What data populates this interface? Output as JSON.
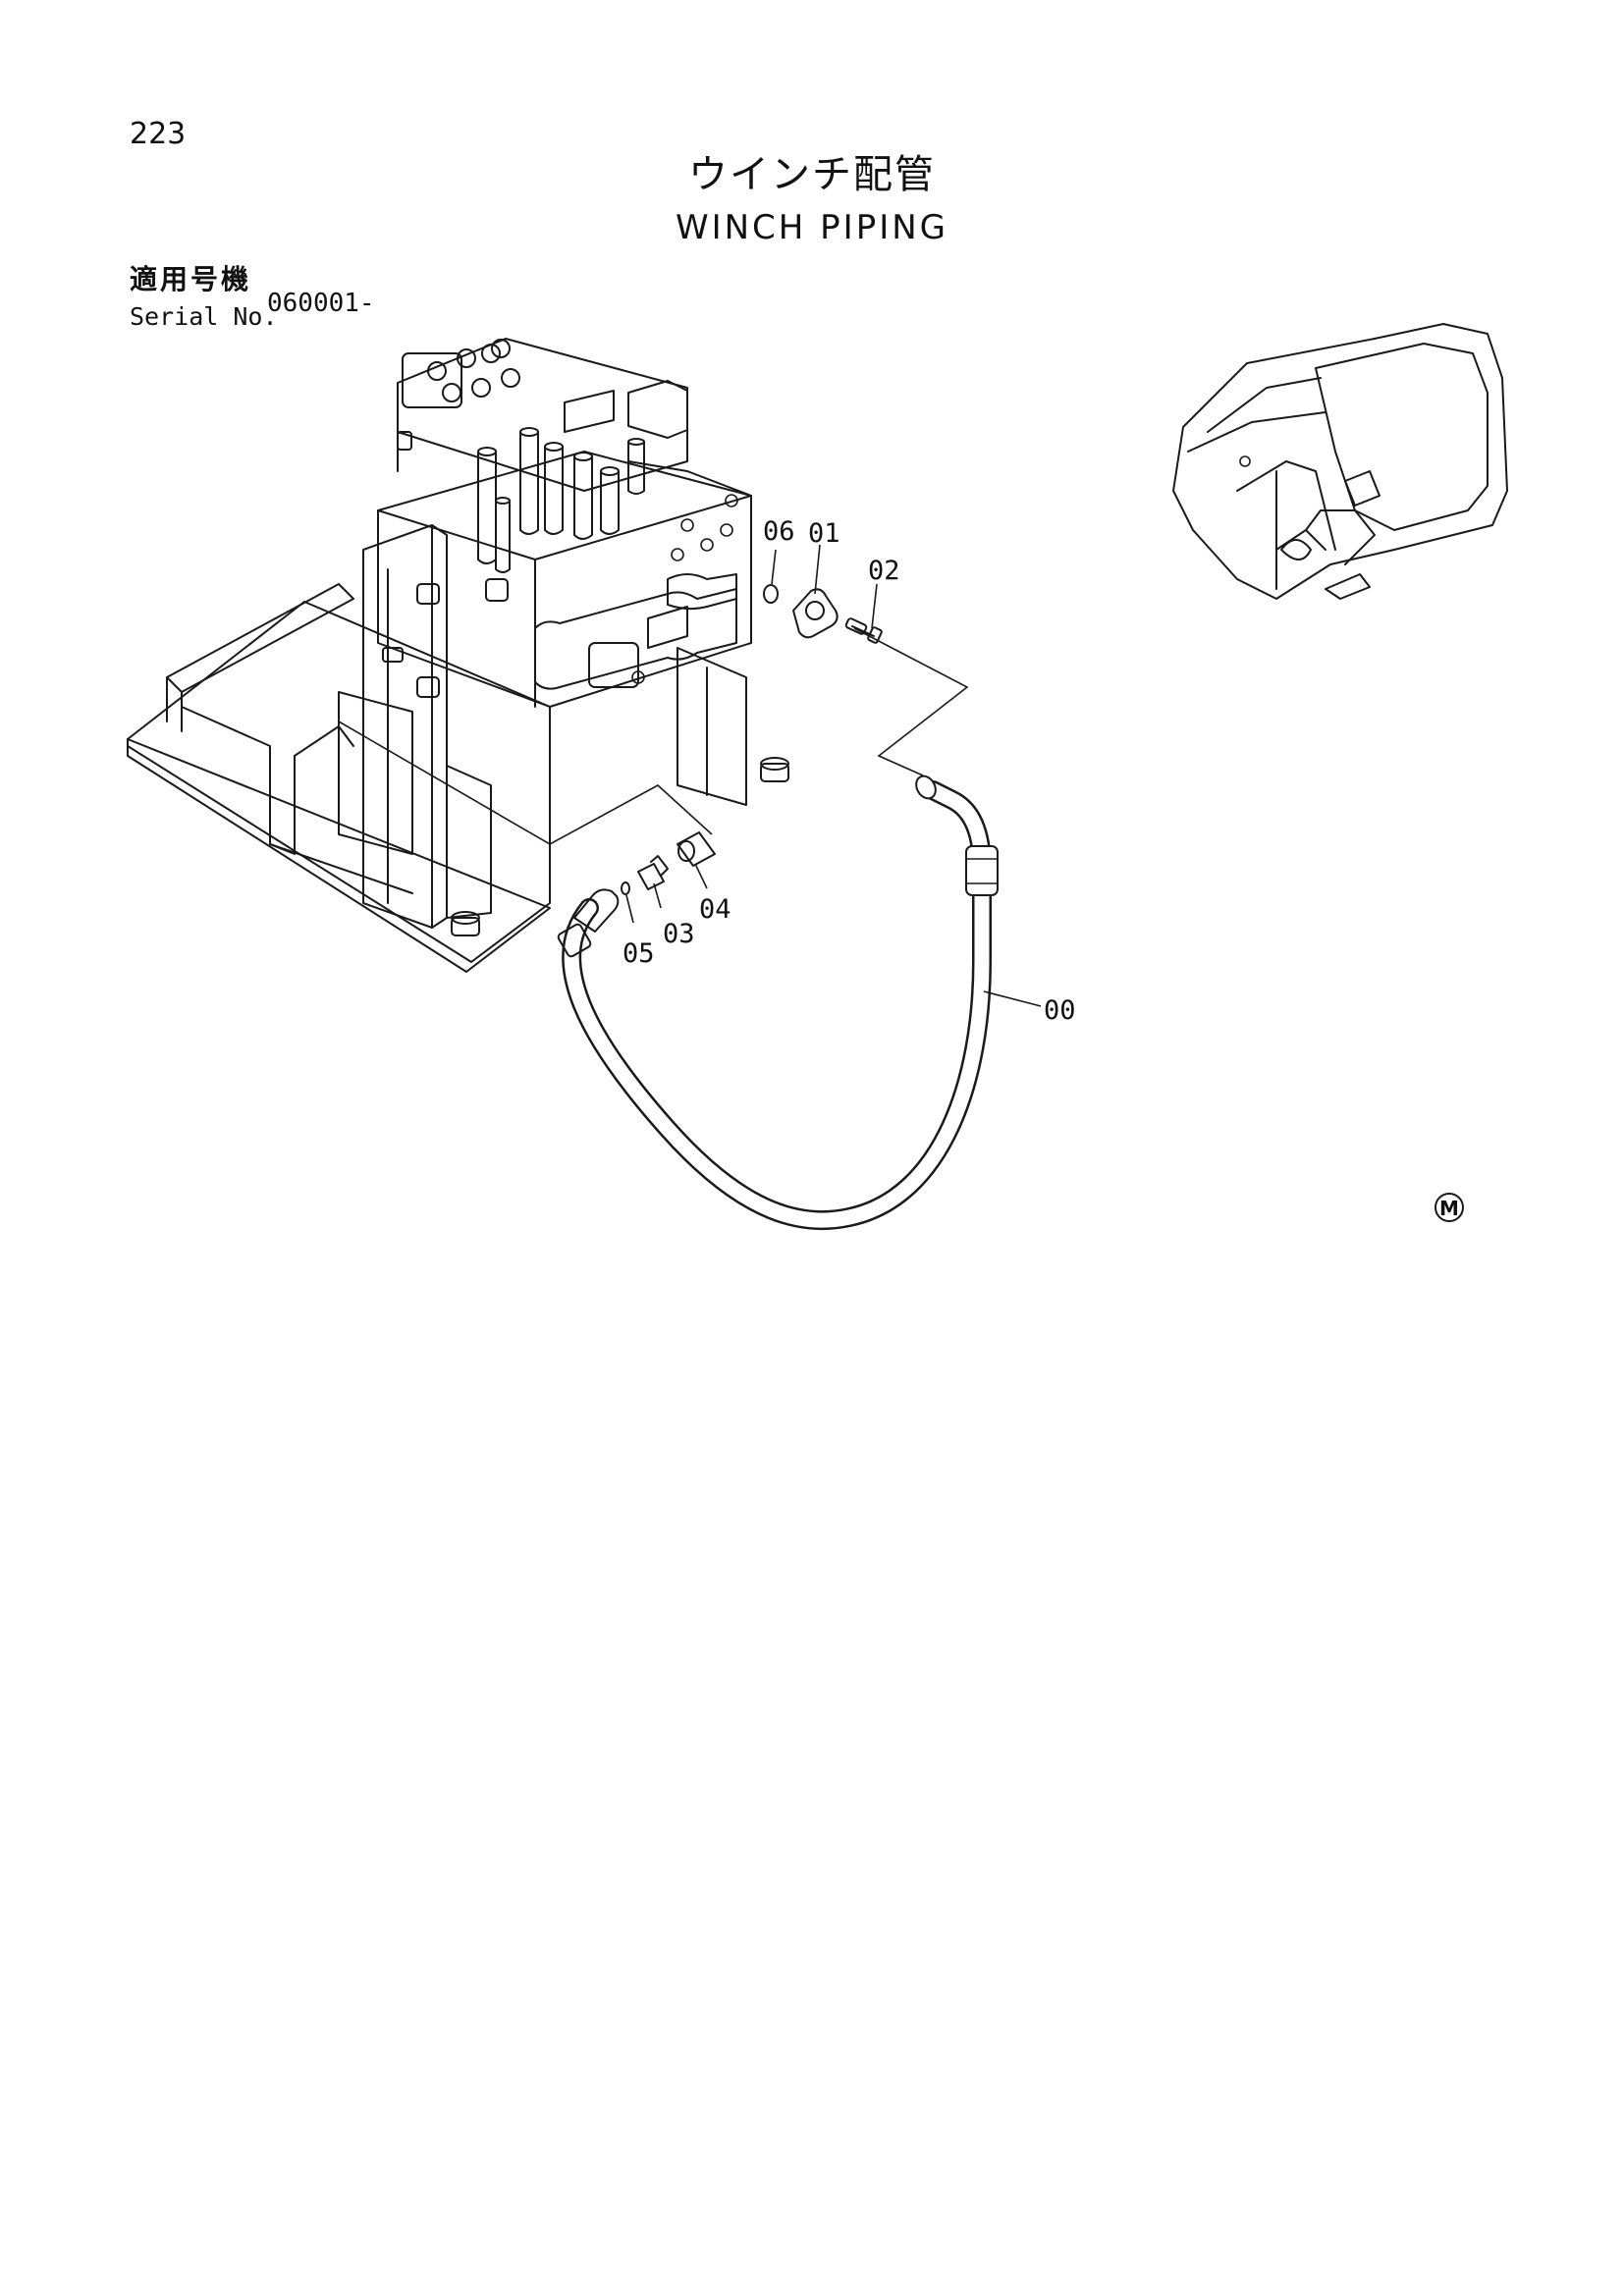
{
  "page": {
    "number": "223",
    "title_jp": "ウインチ配管",
    "title_en": "WINCH PIPING",
    "serial_label_jp": "適用号機",
    "serial_label_en": "Serial No.",
    "serial_value": "060001-"
  },
  "callouts": {
    "c00": "00",
    "c01": "01",
    "c02": "02",
    "c03": "03",
    "c04": "04",
    "c05": "05",
    "c06": "06"
  },
  "mark": "M"
}
